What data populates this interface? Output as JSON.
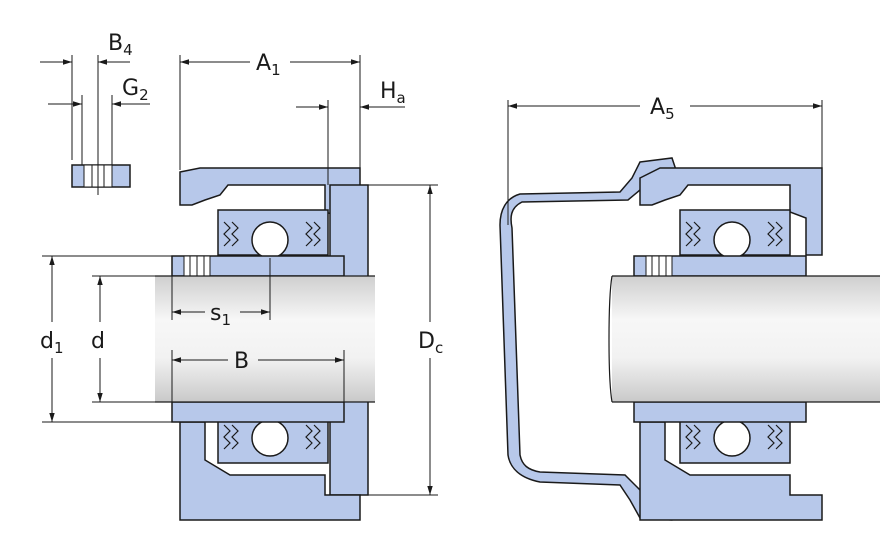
{
  "labels": {
    "b4": {
      "main": "B",
      "sub": "4"
    },
    "g2": {
      "main": "G",
      "sub": "2"
    },
    "a1": {
      "main": "A",
      "sub": "1"
    },
    "ha": {
      "main": "H",
      "sub": "a"
    },
    "a5": {
      "main": "A",
      "sub": "5"
    },
    "d1": {
      "main": "d",
      "sub": "1"
    },
    "d": {
      "main": "d"
    },
    "s1": {
      "main": "s",
      "sub": "1"
    },
    "b": {
      "main": "B"
    },
    "dc": {
      "main": "D",
      "sub": "c"
    }
  },
  "colors": {
    "housing": "#b7c8ea",
    "outline": "#1a1a1a",
    "shaft_light": "#f4f4f4",
    "shaft_dark": "#d2d2d2",
    "ball": "#ffffff"
  }
}
